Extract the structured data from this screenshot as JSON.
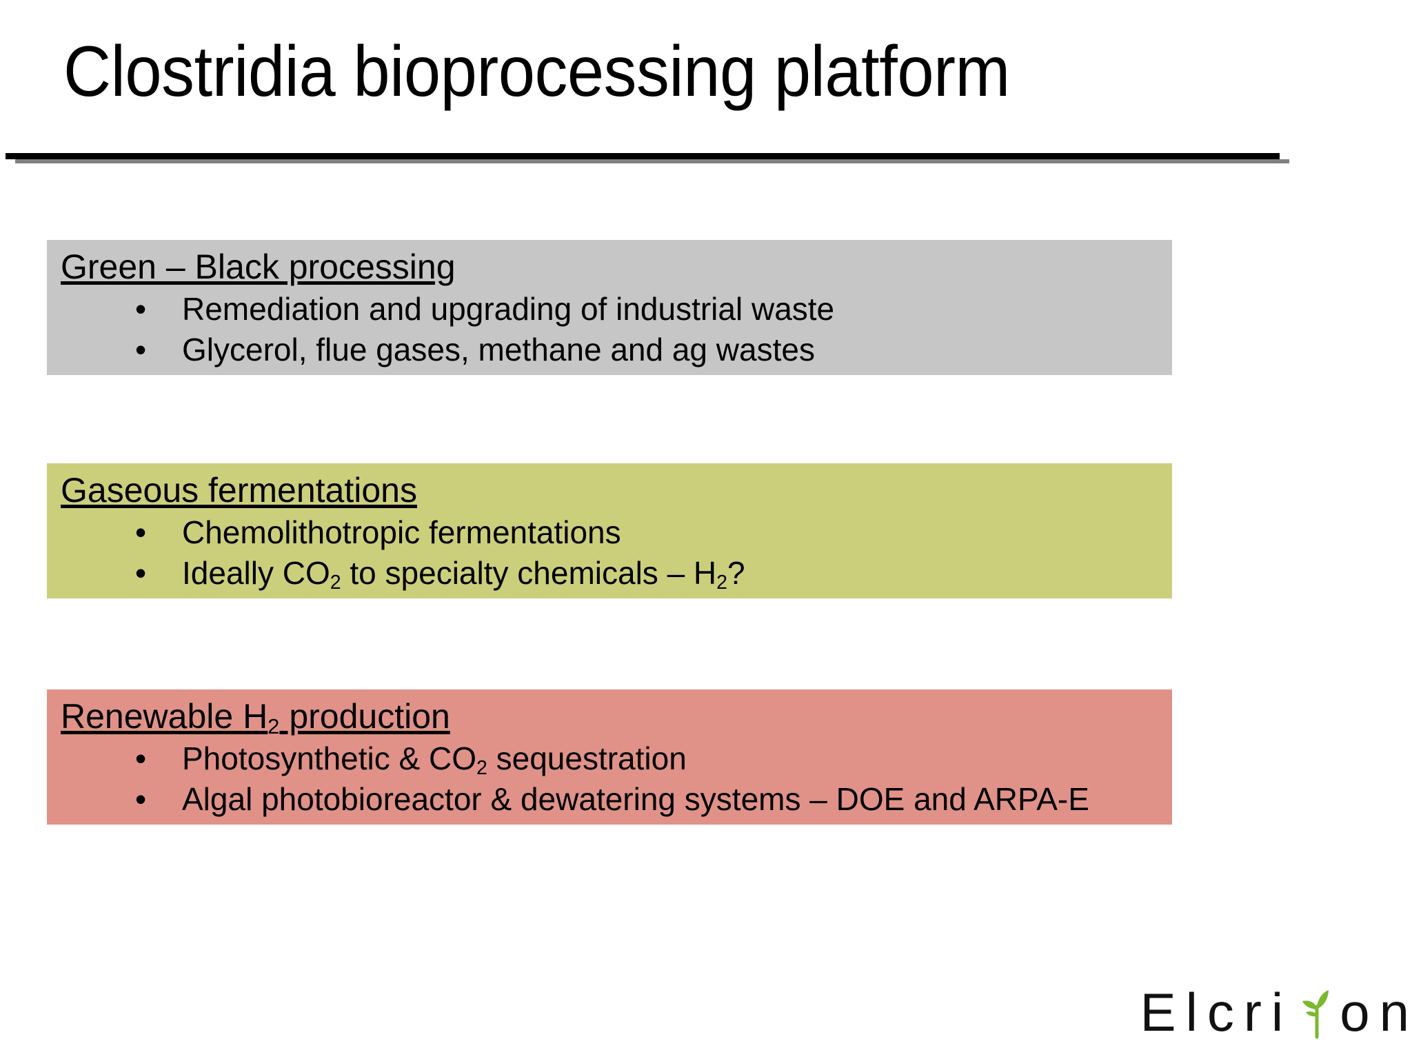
{
  "slide": {
    "title": "Clostridia bioprocessing platform",
    "blocks": [
      {
        "id": "green-black",
        "heading": "Green – Black processing",
        "color": "#C6C6C6",
        "bullets": [
          "Remediation and upgrading of industrial waste",
          "Glycerol, flue gases, methane and ag wastes"
        ]
      },
      {
        "id": "gaseous",
        "heading": "Gaseous fermentations",
        "color": "#CBCF7C",
        "bullets": [
          "Chemolithotropic fermentations",
          "Ideally CO2 to specialty chemicals – H2?"
        ]
      },
      {
        "id": "renewable-h2",
        "heading": "Renewable H2 production",
        "color": "#E09289",
        "bullets": [
          "Photosynthetic & CO2 sequestration",
          "Algal photobioreactor & dewatering systems – DOE and ARPA-E"
        ]
      }
    ],
    "heading_parts": {
      "gas_pre": "Gaseous fermentations",
      "h2_pre": "Renewable H",
      "h2_sub": "2",
      "h2_post": " production"
    },
    "bullet_parts": {
      "ideally_pre": "Ideally CO",
      "ideally_sub1": "2",
      "ideally_mid": " to specialty chemicals – H",
      "ideally_sub2": "2",
      "ideally_post": "?",
      "photo_pre": "Photosynthetic & CO",
      "photo_sub": "2",
      "photo_post": " sequestration"
    },
    "bullet_glyph": "•",
    "logo": {
      "part1": "Elcri",
      "part2": "on",
      "leaf_color": "#7AB82E",
      "text_color": "#111111"
    },
    "divider": {
      "bar_color": "#000000",
      "shadow_color": "#808080"
    }
  }
}
